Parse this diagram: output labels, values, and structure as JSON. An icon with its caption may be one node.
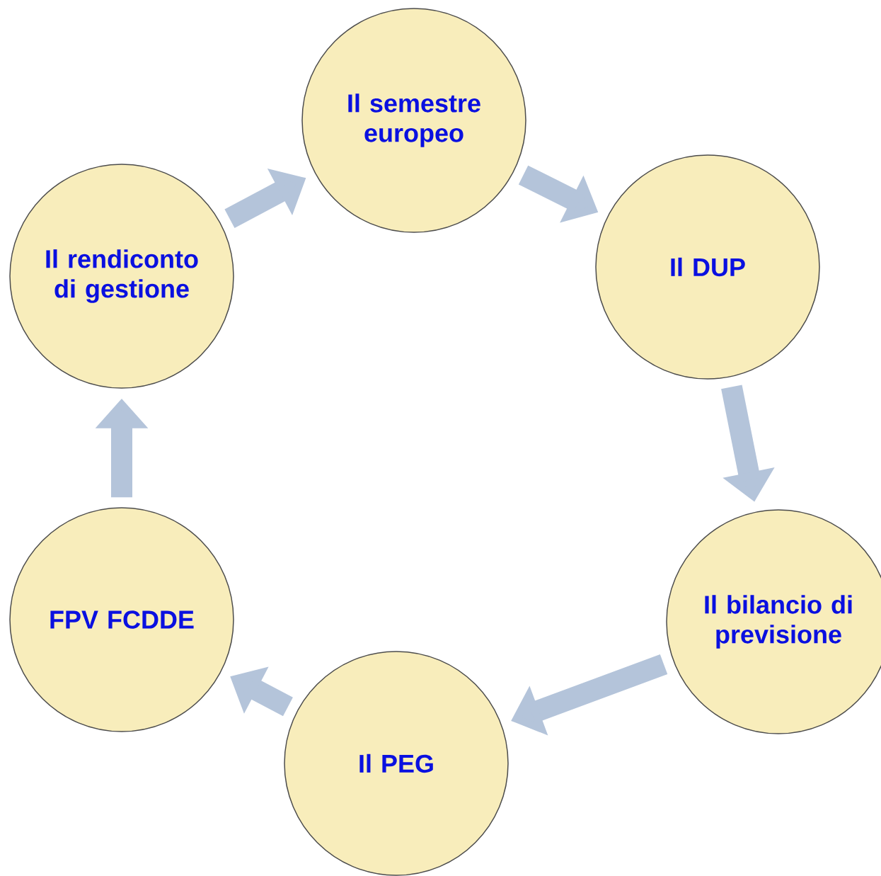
{
  "diagram": {
    "nodes": [
      {
        "text": [
          "Il semestre europeo"
        ]
      },
      {
        "text": [
          "Il DUP"
        ]
      },
      {
        "text": [
          "Il bilancio di previsione"
        ]
      },
      {
        "text": [
          "Il PEG"
        ]
      },
      {
        "text": [
          "FPV FCDDE"
        ]
      },
      {
        "text": [
          "Il rendiconto di gestione"
        ]
      }
    ],
    "edges": [
      {
        "from": 0,
        "to": 1,
        "arrow": "to"
      },
      {
        "from": 1,
        "to": 2,
        "arrow": "to"
      },
      {
        "from": 2,
        "to": 3,
        "arrow": "to"
      },
      {
        "from": 3,
        "to": 4,
        "arrow": "to"
      },
      {
        "from": 4,
        "to": 5,
        "arrow": "to"
      },
      {
        "from": 5,
        "to": 0,
        "arrow": "to"
      }
    ]
  }
}
